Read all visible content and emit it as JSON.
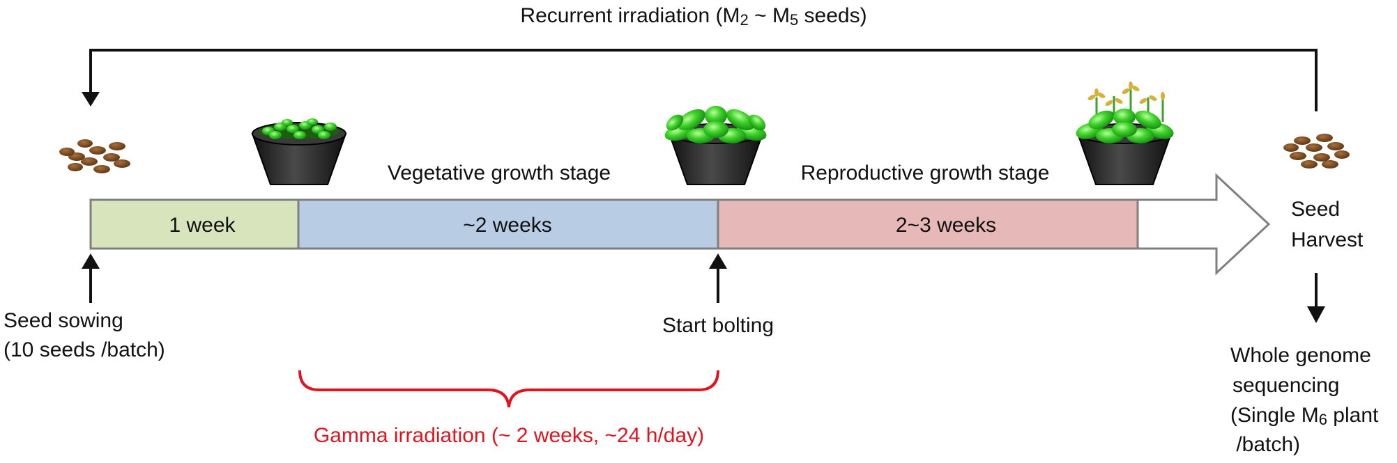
{
  "loop": {
    "prefix": "Recurrent irradiation (M",
    "sub_a": "2",
    "middle": " ~ M",
    "sub_b": "5",
    "suffix": " seeds)"
  },
  "stages": {
    "vegetative": "Vegetative growth stage",
    "reproductive": "Reproductive  growth stage"
  },
  "segments": [
    {
      "label": "1 week",
      "color": "#d8e4bc"
    },
    {
      "label": "~2 weeks",
      "color": "#b8cce4"
    },
    {
      "label": "2~3 weeks",
      "color": "#e6b8b7"
    }
  ],
  "seed_sowing": {
    "line1": "Seed sowing",
    "line2": "(10 seeds /batch)"
  },
  "start_bolting": "Start bolting",
  "seed_harvest": {
    "line1": "Seed",
    "line2": "Harvest"
  },
  "sequencing": {
    "line1": "Whole genome",
    "line2": "sequencing",
    "line3_prefix": "(Single M",
    "line3_sub": "6",
    "line3_suffix": " plant",
    "line4": " /batch)"
  },
  "gamma": "Gamma irradiation (~ 2 weeks, ~24 h/day)",
  "colors": {
    "red": "#e0141e",
    "seed": "#7a4a1e",
    "pot": "#2b2b2b",
    "leaf": "#3fcf2a",
    "flower": "#d4b23a"
  },
  "icons": [
    "seed-cluster-icon",
    "pot-seedling-icon",
    "pot-rosette-icon",
    "pot-flowering-icon",
    "seed-cluster-icon"
  ]
}
